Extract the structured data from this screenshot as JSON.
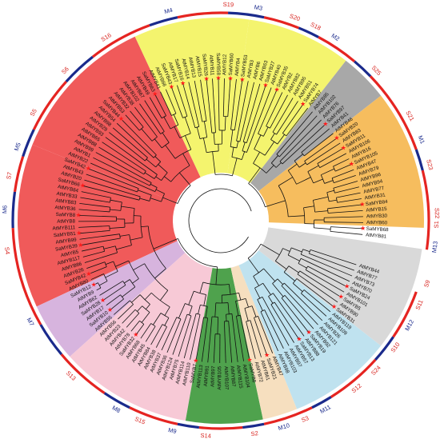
{
  "palette": {
    "yellow": "#f4f46e",
    "grey_top": "#a8a8a8",
    "orange": "#f6bd5e",
    "red": "#f05a5a",
    "violet": "#d7b4de",
    "pink": "#f7c9d6",
    "green": "#4fa24d",
    "beige": "#f6dfbf",
    "lightblue": "#bfe2ef",
    "lightgrey": "#d9d9d9",
    "ring_red": "#e52421",
    "ring_blue": "#1a2a8c",
    "star": "#ff1a1a",
    "label_red": "#d8241f",
    "label_blue": "#1a2a8c"
  },
  "sectors": [
    {
      "from": -82,
      "to": -52,
      "color": "yellow"
    },
    {
      "from": -52,
      "to": -38,
      "color": "grey_top"
    },
    {
      "from": -38,
      "to": 2,
      "color": "orange"
    },
    {
      "from": -158,
      "to": -115,
      "color": "red"
    },
    {
      "from": -205,
      "to": -158,
      "color": "red"
    },
    {
      "from": -222,
      "to": -205,
      "color": "violet"
    },
    {
      "from": -260,
      "to": -222,
      "color": "pink"
    },
    {
      "from": -282,
      "to": -260,
      "color": "green"
    },
    {
      "from": -292,
      "to": -282,
      "color": "beige"
    },
    {
      "from": -322,
      "to": -292,
      "color": "lightblue"
    },
    {
      "from": -352,
      "to": -322,
      "color": "lightgrey"
    },
    {
      "from": -115,
      "to": -82,
      "color": "yellow"
    }
  ],
  "ring": [
    {
      "from": -78,
      "to": -68,
      "color": "ring_red"
    },
    {
      "from": -68,
      "to": -62,
      "color": "ring_blue"
    },
    {
      "from": -62,
      "to": -50,
      "color": "ring_red"
    },
    {
      "from": -50,
      "to": -44,
      "color": "ring_blue"
    },
    {
      "from": -44,
      "to": -20,
      "color": "ring_red"
    },
    {
      "from": -20,
      "to": -14,
      "color": "ring_blue"
    },
    {
      "from": -14,
      "to": 8,
      "color": "ring_red"
    },
    {
      "from": 20,
      "to": 34,
      "color": "ring_red"
    },
    {
      "from": 34,
      "to": 42,
      "color": "ring_blue"
    },
    {
      "from": 42,
      "to": 58,
      "color": "ring_red"
    },
    {
      "from": 58,
      "to": 64,
      "color": "ring_blue"
    },
    {
      "from": 64,
      "to": 78,
      "color": "ring_red"
    },
    {
      "from": 78,
      "to": 84,
      "color": "ring_blue"
    },
    {
      "from": 84,
      "to": 96,
      "color": "ring_red"
    },
    {
      "from": 96,
      "to": 102,
      "color": "ring_blue"
    },
    {
      "from": 102,
      "to": 116,
      "color": "ring_red"
    },
    {
      "from": 116,
      "to": 124,
      "color": "ring_blue"
    },
    {
      "from": 124,
      "to": 140,
      "color": "ring_red"
    },
    {
      "from": 140,
      "to": 150,
      "color": "ring_blue"
    },
    {
      "from": 150,
      "to": 178,
      "color": "ring_red"
    },
    {
      "from": 178,
      "to": 188,
      "color": "ring_blue"
    },
    {
      "from": 188,
      "to": 198,
      "color": "ring_red"
    },
    {
      "from": 198,
      "to": 206,
      "color": "ring_blue"
    },
    {
      "from": 206,
      "to": 222,
      "color": "ring_red"
    },
    {
      "from": 222,
      "to": 232,
      "color": "ring_blue"
    },
    {
      "from": 232,
      "to": 250,
      "color": "ring_red"
    },
    {
      "from": 250,
      "to": 258,
      "color": "ring_blue"
    },
    {
      "from": 258,
      "to": 272,
      "color": "ring_red"
    },
    {
      "from": 272,
      "to": 282,
      "color": "ring_blue"
    }
  ],
  "subgroups": [
    {
      "label": "S20",
      "angle": -70,
      "color": "label_red"
    },
    {
      "label": "M3",
      "angle": -80,
      "color": "label_blue"
    },
    {
      "label": "S19",
      "angle": -88,
      "color": "label_red"
    },
    {
      "label": "M4",
      "angle": -104,
      "color": "label_blue"
    },
    {
      "label": "S16",
      "angle": -122,
      "color": "label_red"
    },
    {
      "label": "S6",
      "angle": -136,
      "color": "label_red"
    },
    {
      "label": "S5",
      "angle": -150,
      "color": "label_red"
    },
    {
      "label": "M5",
      "angle": -160,
      "color": "label_blue"
    },
    {
      "label": "S7",
      "angle": -168,
      "color": "label_red"
    },
    {
      "label": "M6",
      "angle": -177,
      "color": "label_blue"
    },
    {
      "label": "S4",
      "angle": -188,
      "color": "label_red"
    },
    {
      "label": "M7",
      "angle": -208,
      "color": "label_blue"
    },
    {
      "label": "S13",
      "angle": -226,
      "color": "label_red"
    },
    {
      "label": "M8",
      "angle": -241,
      "color": "label_blue"
    },
    {
      "label": "S15",
      "angle": -248,
      "color": "label_red"
    },
    {
      "label": "M9",
      "angle": -257,
      "color": "label_blue"
    },
    {
      "label": "S14",
      "angle": -266,
      "color": "label_red"
    },
    {
      "label": "S2",
      "angle": -279,
      "color": "label_red"
    },
    {
      "label": "M10",
      "angle": -287,
      "color": "label_blue"
    },
    {
      "label": "S3",
      "angle": -293,
      "color": "label_red"
    },
    {
      "label": "M11",
      "angle": -299,
      "color": "label_blue"
    },
    {
      "label": "S12",
      "angle": -309,
      "color": "label_red"
    },
    {
      "label": "S24",
      "angle": -316,
      "color": "label_red"
    },
    {
      "label": "S10",
      "angle": -324,
      "color": "label_red"
    },
    {
      "label": "M12",
      "angle": -331,
      "color": "label_blue"
    },
    {
      "label": "S11",
      "angle": -337,
      "color": "label_red"
    },
    {
      "label": "S9",
      "angle": -343,
      "color": "label_red"
    },
    {
      "label": "M13",
      "angle": -353,
      "color": "label_blue"
    },
    {
      "label": "S1",
      "angle": -359,
      "color": "label_red"
    },
    {
      "label": "S22",
      "angle": -2,
      "color": "label_red"
    },
    {
      "label": "S23",
      "angle": -15,
      "color": "label_red"
    },
    {
      "label": "M1",
      "angle": -22,
      "color": "label_blue"
    },
    {
      "label": "S21",
      "angle": -29,
      "color": "label_red"
    },
    {
      "label": "S25",
      "angle": -44,
      "color": "label_red"
    },
    {
      "label": "M2",
      "angle": -58,
      "color": "label_blue"
    },
    {
      "label": "S18",
      "angle": -64,
      "color": "label_red"
    }
  ],
  "leaves": [
    "AtMYB44",
    "AtMYB77",
    "AtMYB73",
    "AtMYB70",
    "SaMYB24",
    "AtMYB101",
    "SaMYB5",
    "AtMYB90",
    "SaMYB31",
    "AtMYB119",
    "AtMYB109",
    "AtMYB26",
    "AtMYB121",
    "AtMYB92",
    "SaMYB19",
    "AtMYB88",
    "SaMYB13",
    "AtMYB57",
    "AtMYB97",
    "AtMYB103",
    "AtMYB98",
    "AtMYB47",
    "SaMYB21",
    "AtMYB61",
    "AtMYB72",
    "SaMYB8",
    "AtMYB104",
    "AtMYB115",
    "AtMYB87",
    "AtMYB107",
    "AtMYB105",
    "AtMYB97",
    "AtMYB91",
    "AtMYB113",
    "SaMYB7",
    "AtMYB110",
    "AtMYB114",
    "AtMYB75",
    "AtMYB124",
    "AtMYB36",
    "AtMYB37",
    "AtMYB38",
    "AtMYB84",
    "AtMYB45",
    "AtMYB68",
    "SaMYB32",
    "AtMYB78",
    "AtMYB42",
    "AtMYB23",
    "AtMYB56",
    "AtMYB55",
    "SaMYB10",
    "AtMYB17",
    "SaMYB28",
    "AtMYB62",
    "AtMYB9",
    "SaMYB12",
    "AtMYB80",
    "SaMYB42",
    "AtMYB26",
    "AtMYB86",
    "AtMYB117",
    "AtMYB5",
    "SaMYB39",
    "AtMYB99",
    "SaMYB51",
    "AtMYB111",
    "AtMYB8",
    "SaMYB8",
    "AtMYB36",
    "AtMYB83",
    "AtMYB33",
    "AtMYB84",
    "SaMYB66",
    "AtMYB20",
    "AtMYB43",
    "SaMYB42",
    "AtMYB22",
    "AtMYB1",
    "AtMYB99",
    "AtMYB88",
    "AtMYB65",
    "AtMYB93",
    "AtMYB29",
    "AtMYB98",
    "AtMYB54",
    "SaMYB44",
    "AtMYB53",
    "AtMYB32",
    "AtMYB38",
    "AtMYB102",
    "AtMYB67",
    "AtMYB49",
    "SaMYB63",
    "AtMYB41",
    "AtMYB66",
    "SaMYB43",
    "AtMYB17",
    "SaMYB16",
    "AtMYB14",
    "AtMYB13",
    "AtMYB15",
    "SaMYB26",
    "AtMYB11",
    "SaMYB58",
    "AtMYB12",
    "SaMYB60",
    "AtMYB4",
    "SaMYB53",
    "AtMYB3",
    "AtMYB6",
    "AtMYB63",
    "SaMYB27",
    "AtMYB40",
    "SaMYB35",
    "AtMYB2",
    "AtMYB82",
    "AtMYB95",
    "AtMYB51",
    "SaMYB74",
    "AtMYB7",
    "AtMYB85",
    "AtMYB102",
    "AtMYB76",
    "SaMYB97",
    "AtMYB41",
    "AtMYB46",
    "SaMYB20",
    "AtMYB83",
    "SaMYB11",
    "AtMYB106",
    "AtMYB16",
    "SaMYB105",
    "AtMYB47",
    "AtMYB79",
    "AtMYB96",
    "AtMYB94",
    "AtMYB77",
    "AtMYB31",
    "SaMYB84",
    "AtMYB15",
    "AtMYB30",
    "AtMYB60",
    "SaMYB68",
    "AtMYB81"
  ]
}
